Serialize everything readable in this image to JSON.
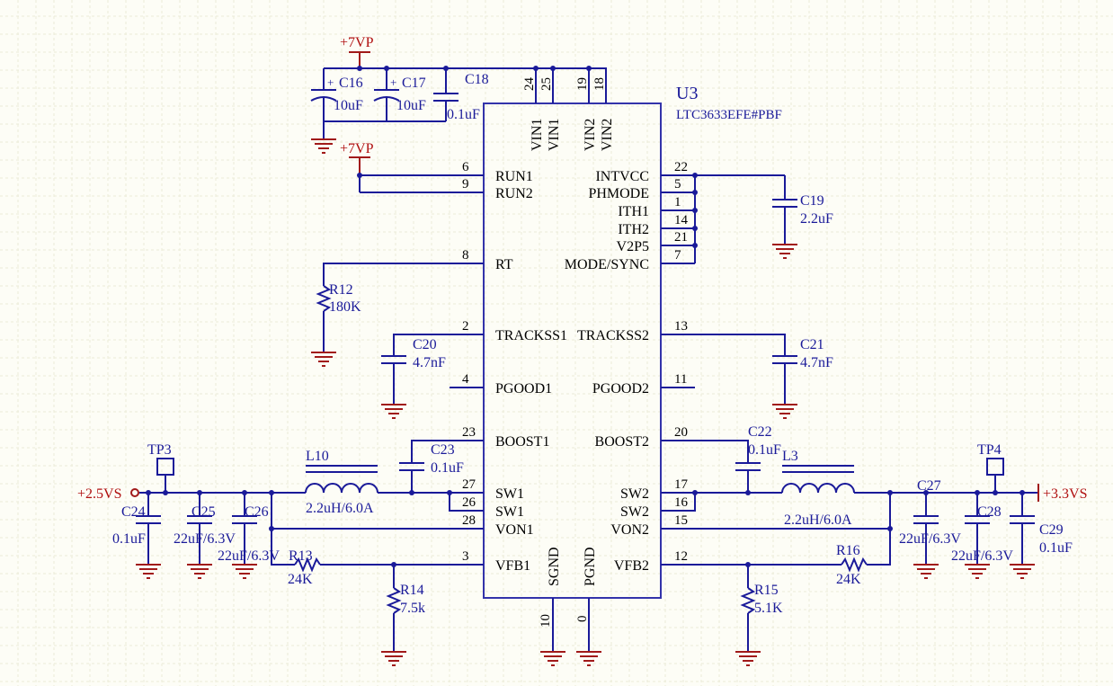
{
  "ic": {
    "ref": "U3",
    "part": "LTC3633EFE#PBF"
  },
  "pins_left": [
    {
      "num": "6",
      "name": "RUN1"
    },
    {
      "num": "9",
      "name": "RUN2"
    },
    {
      "num": "8",
      "name": "RT"
    },
    {
      "num": "2",
      "name": "TRACKSS1"
    },
    {
      "num": "4",
      "name": "PGOOD1"
    },
    {
      "num": "23",
      "name": "BOOST1"
    },
    {
      "num": "27",
      "name": "SW1"
    },
    {
      "num": "26",
      "name": "SW1"
    },
    {
      "num": "28",
      "name": "VON1"
    },
    {
      "num": "3",
      "name": "VFB1"
    }
  ],
  "pins_right": [
    {
      "num": "22",
      "name": "INTVCC"
    },
    {
      "num": "5",
      "name": "PHMODE"
    },
    {
      "num": "1",
      "name": "ITH1"
    },
    {
      "num": "14",
      "name": "ITH2"
    },
    {
      "num": "21",
      "name": "V2P5"
    },
    {
      "num": "7",
      "name": "MODE/SYNC"
    },
    {
      "num": "13",
      "name": "TRACKSS2"
    },
    {
      "num": "11",
      "name": "PGOOD2"
    },
    {
      "num": "20",
      "name": "BOOST2"
    },
    {
      "num": "17",
      "name": "SW2"
    },
    {
      "num": "16",
      "name": "SW2"
    },
    {
      "num": "15",
      "name": "VON2"
    },
    {
      "num": "12",
      "name": "VFB2"
    }
  ],
  "pins_top": [
    {
      "num": "24",
      "name": "VIN1"
    },
    {
      "num": "25",
      "name": "VIN1"
    },
    {
      "num": "19",
      "name": "VIN2"
    },
    {
      "num": "18",
      "name": "VIN2"
    }
  ],
  "pins_bottom": [
    {
      "num": "10",
      "name": "SGND"
    },
    {
      "num": "0",
      "name": "PGND"
    }
  ],
  "power": {
    "p7v_a": "+7VP",
    "p7v_b": "+7VP",
    "p2v5": "+2.5VS",
    "p3v3": "+3.3VS"
  },
  "parts": {
    "c16": {
      "ref": "C16",
      "val": "10uF"
    },
    "c17": {
      "ref": "C17",
      "val": "10uF"
    },
    "c18": {
      "ref": "C18",
      "val": "0.1uF"
    },
    "c19": {
      "ref": "C19",
      "val": "2.2uF"
    },
    "r12": {
      "ref": "R12",
      "val": "180K"
    },
    "c20": {
      "ref": "C20",
      "val": "4.7nF"
    },
    "c21": {
      "ref": "C21",
      "val": "4.7nF"
    },
    "c22": {
      "ref": "C22",
      "val": "0.1uF"
    },
    "c23": {
      "ref": "C23",
      "val": "0.1uF"
    },
    "l10": {
      "ref": "L10",
      "val": "2.2uH/6.0A"
    },
    "l3": {
      "ref": "L3",
      "val": "2.2uH/6.0A"
    },
    "tp3": {
      "ref": "TP3"
    },
    "tp4": {
      "ref": "TP4"
    },
    "c24": {
      "ref": "C24",
      "val": "0.1uF"
    },
    "c25": {
      "ref": "C25",
      "val": "22uF/6.3V"
    },
    "c26": {
      "ref": "C26",
      "val": "22uF/6.3V"
    },
    "r13": {
      "ref": "R13",
      "val": "24K"
    },
    "r14": {
      "ref": "R14",
      "val": "7.5k"
    },
    "r15": {
      "ref": "R15",
      "val": "5.1K"
    },
    "r16": {
      "ref": "R16",
      "val": "24K"
    },
    "c27": {
      "ref": "C27",
      "val": "22uF/6.3V"
    },
    "c28": {
      "ref": "C28",
      "val": "22uF/6.3V"
    },
    "c29": {
      "ref": "C29",
      "val": "0.1uF"
    }
  }
}
